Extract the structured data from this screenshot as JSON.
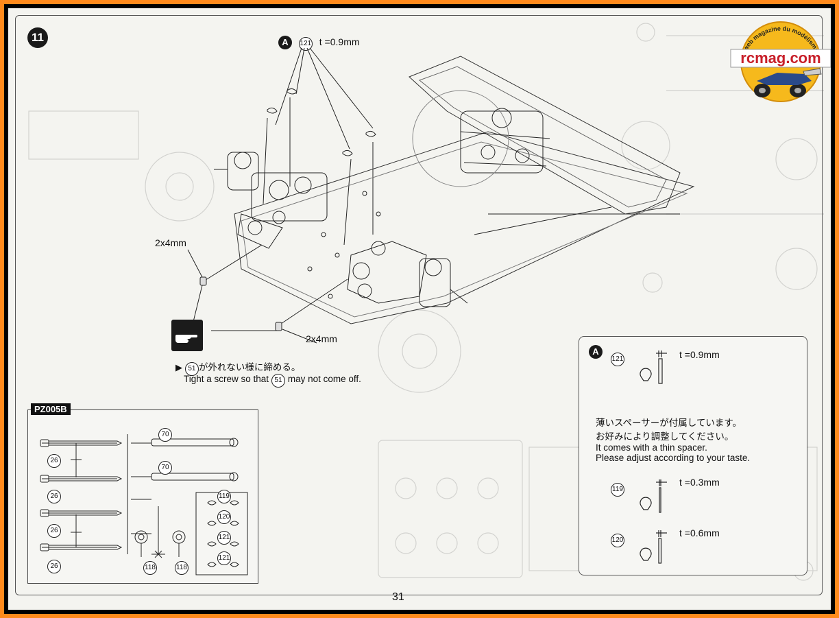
{
  "page": {
    "step_number": "11",
    "page_number": "31"
  },
  "callout_main": {
    "marker": "A",
    "part_no": "121",
    "thickness": "t =0.9mm"
  },
  "screws": {
    "left_label": "2x4mm",
    "right_label": "2x4mm"
  },
  "tighten_note": {
    "part_ref": "51",
    "jp_after": "が外れない様に締める。",
    "en_before": "Tight a screw so that",
    "en_after": "may not come off."
  },
  "spacer_box": {
    "marker": "A",
    "items": [
      {
        "part_no": "121",
        "thickness": "t =0.9mm"
      },
      {
        "part_no": "119",
        "thickness": "t =0.3mm"
      },
      {
        "part_no": "120",
        "thickness": "t =0.6mm"
      }
    ],
    "jp_line1": "薄いスペーサーが付属しています。",
    "jp_line2": "お好みにより調整してください。",
    "en_line1": "It comes with a thin spacer.",
    "en_line2": "Please adjust according to your taste."
  },
  "parts_tree": {
    "code": "PZ005B",
    "left_labels": [
      "26",
      "26",
      "26",
      "26"
    ],
    "top_labels": [
      "70",
      "70"
    ],
    "bottom_labels": [
      "118",
      "118"
    ],
    "spacer_labels": [
      "119",
      "120",
      "121",
      "121"
    ]
  },
  "logo": {
    "arc_text": "Le web magazine du modélisme",
    "brand": "rcmag.com",
    "brand_color": "#c8202a",
    "badge_color": "#f6b91c"
  }
}
